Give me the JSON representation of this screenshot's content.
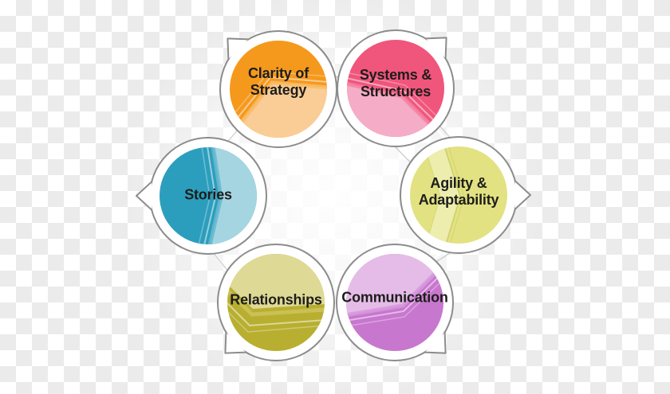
{
  "background": {
    "style": "transparency-checkerboard",
    "checker_white": "#ffffff",
    "checker_gray": "#ebebeb",
    "ring_stroke": "#8c8c8c"
  },
  "diagram": {
    "type": "cycle-bubble-diagram",
    "circles": [
      {
        "id": "clarity-of-strategy",
        "label": "Clarity of\nStrategy",
        "color_dark": "#F5991D",
        "color_light": "#FACD97",
        "color_mid": "#F8BC69",
        "tail_direction": "north-west"
      },
      {
        "id": "systems-structures",
        "label": "Systems &\nStructures",
        "color_dark": "#F0557C",
        "color_light": "#F5ACC6",
        "color_mid": "#F381A2",
        "tail_direction": "north-east"
      },
      {
        "id": "stories",
        "label": "Stories",
        "color_dark": "#2C9EBD",
        "color_light": "#A6D5E2",
        "color_mid": "#66B8CF",
        "tail_direction": "west"
      },
      {
        "id": "agility-adaptability",
        "label": "Agility &\nAdaptability",
        "color_dark": "#E2E282",
        "color_light": "#EDEDAE",
        "color_mid": "#C8C963",
        "tail_direction": "east"
      },
      {
        "id": "relationships",
        "label": "Relationships",
        "color_dark": "#B8AF30",
        "color_light": "#DED994",
        "color_mid": "#CCC35C",
        "tail_direction": "south-west"
      },
      {
        "id": "communication",
        "label": "Communication",
        "color_dark": "#C877CE",
        "color_light": "#E4BCE7",
        "color_mid": "#D698DC",
        "tail_direction": "south-east"
      }
    ]
  }
}
